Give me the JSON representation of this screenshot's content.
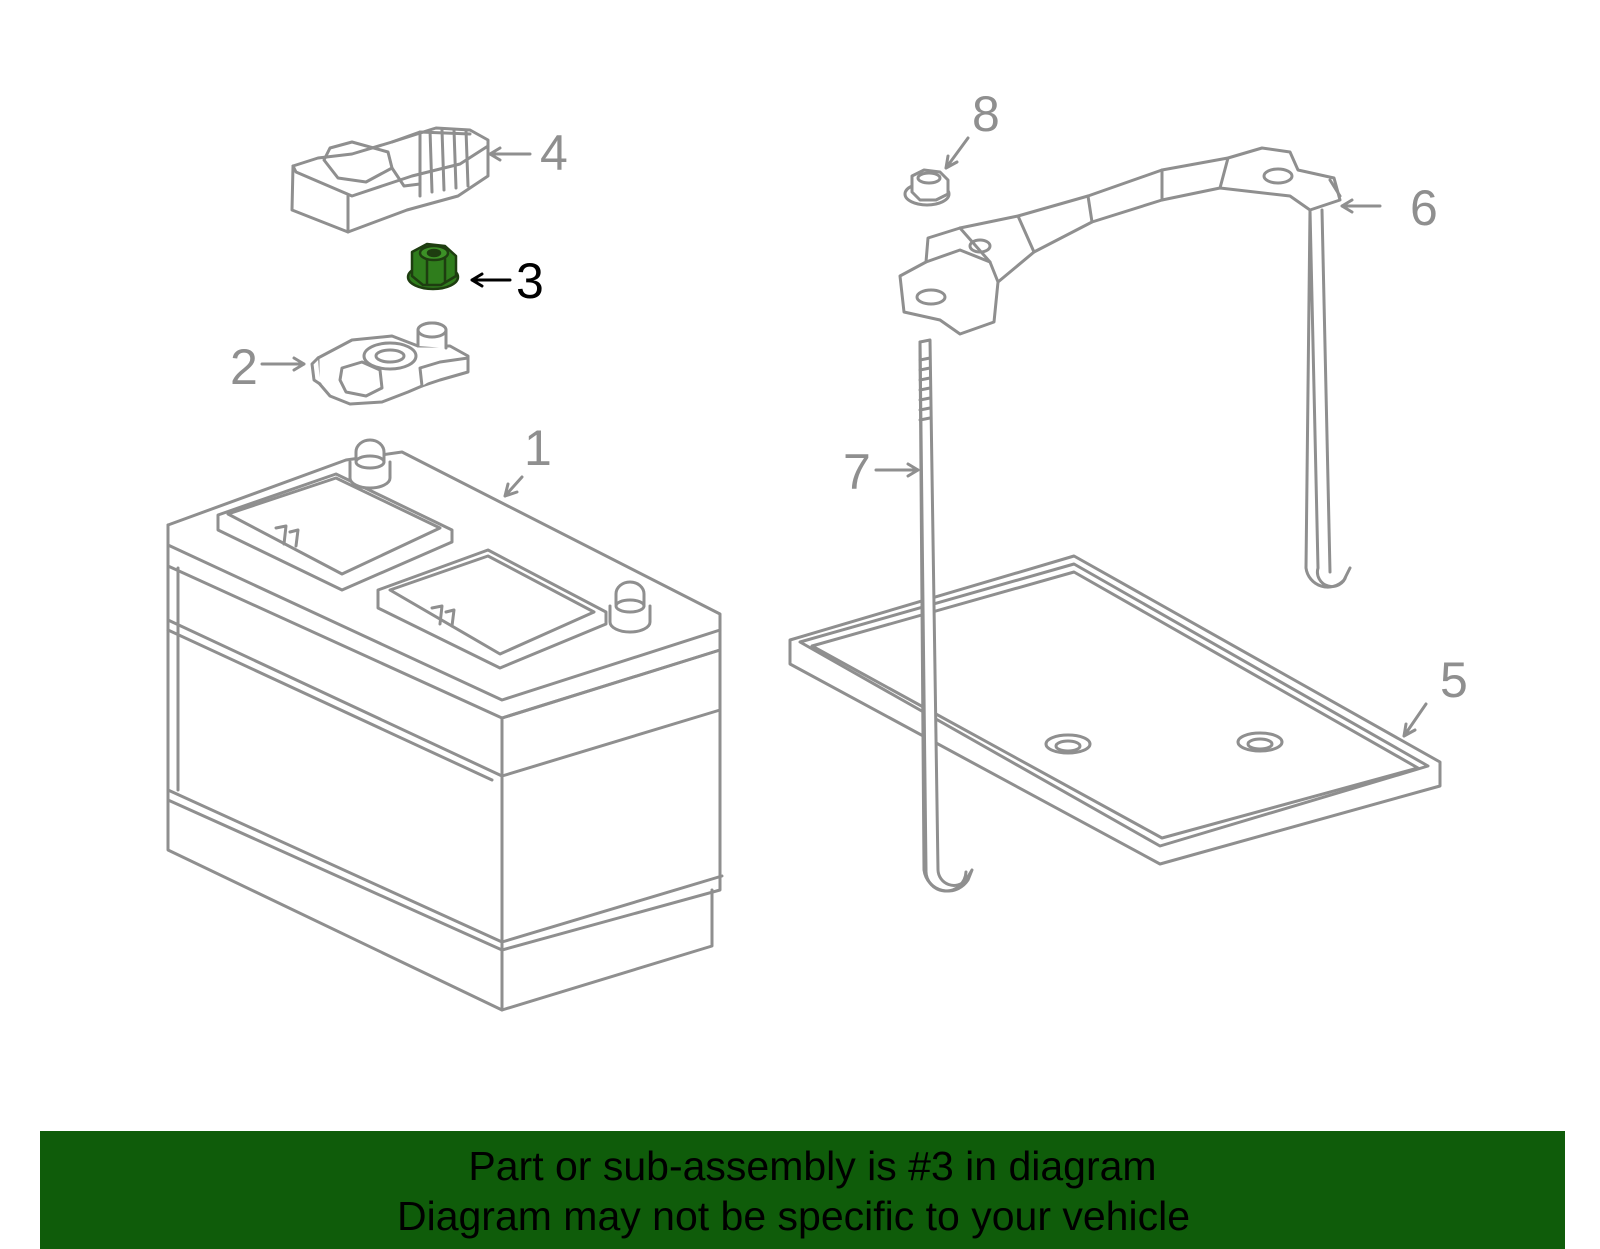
{
  "diagram": {
    "callouts": [
      {
        "id": "c1",
        "label": "1",
        "part": "battery",
        "highlighted": false
      },
      {
        "id": "c2",
        "label": "2",
        "part": "terminal-clamp",
        "highlighted": false
      },
      {
        "id": "c3",
        "label": "3",
        "part": "terminal-nut",
        "highlighted": true
      },
      {
        "id": "c4",
        "label": "4",
        "part": "terminal-cover",
        "highlighted": false
      },
      {
        "id": "c5",
        "label": "5",
        "part": "battery-tray",
        "highlighted": false
      },
      {
        "id": "c6",
        "label": "6",
        "part": "hold-down-bracket",
        "highlighted": false
      },
      {
        "id": "c7",
        "label": "7",
        "part": "hold-down-rod",
        "highlighted": false
      },
      {
        "id": "c8",
        "label": "8",
        "part": "bracket-nut",
        "highlighted": false
      }
    ]
  },
  "colors": {
    "line_art": "#8f8f8f",
    "highlight_part": "#2f7d1c",
    "highlight_callout": "#000000",
    "banner_background": "#0f5c0a",
    "banner_text": "#000000"
  },
  "banner": {
    "line1": "Part or sub-assembly is #3 in diagram",
    "line2": "Diagram may not be specific to your vehicle"
  }
}
